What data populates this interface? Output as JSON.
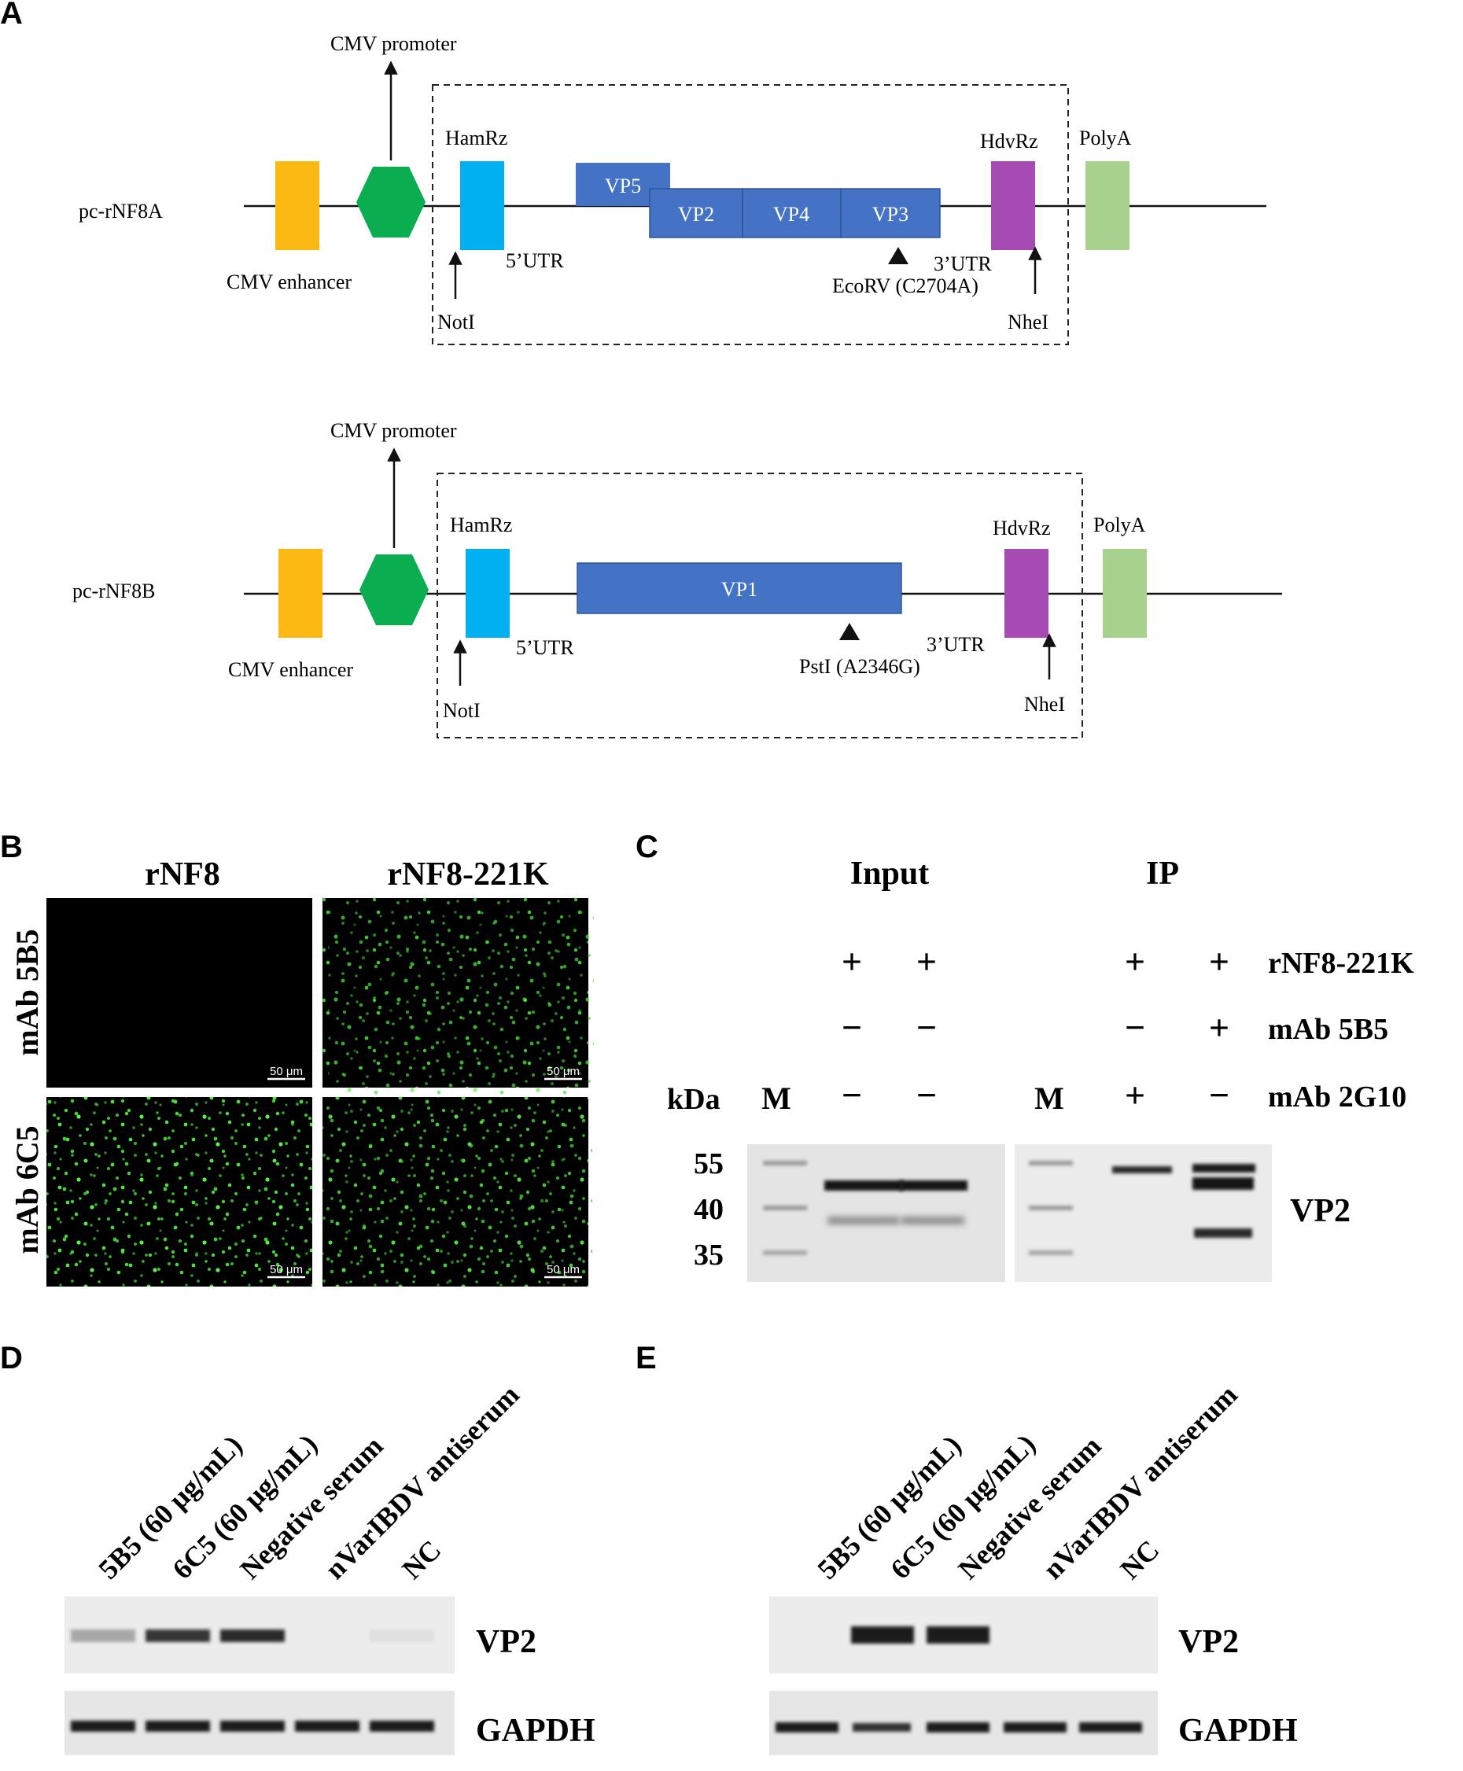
{
  "panels": {
    "a": "A",
    "b": "B",
    "c": "C",
    "d": "D",
    "e": "E"
  },
  "colors": {
    "cmv_enhancer": "#fdb913",
    "cmv_promoter": "#0aad4f",
    "hamrz": "#00b0f0",
    "vp_gene": "#4472c4",
    "hdvrz": "#a64bb4",
    "polya": "#a9d18e"
  },
  "construct_a": {
    "name": "pc-rNF8A",
    "cmv_promoter": "CMV promoter",
    "cmv_enhancer": "CMV enhancer",
    "hamrz": "HamRz",
    "hdvrz": "HdvRz",
    "polya": "PolyA",
    "utr5": "5’UTR",
    "utr3": "3’UTR",
    "noti": "NotI",
    "nhei": "NheI",
    "genes": [
      "VP5",
      "VP2",
      "VP4",
      "VP3"
    ],
    "site": "EcoRV (C2704A)"
  },
  "construct_b": {
    "name": "pc-rNF8B",
    "cmv_promoter": "CMV promoter",
    "cmv_enhancer": "CMV enhancer",
    "hamrz": "HamRz",
    "hdvrz": "HdvRz",
    "polya": "PolyA",
    "utr5": "5’UTR",
    "utr3": "3’UTR",
    "noti": "NotI",
    "nhei": "NheI",
    "genes": [
      "VP1"
    ],
    "site": "PstI (A2346G)"
  },
  "panel_b": {
    "columns": [
      "rNF8",
      "rNF8-221K"
    ],
    "rows": [
      "mAb 5B5",
      "mAb 6C5"
    ],
    "scale": "50 μm",
    "fluorescence": [
      [
        0,
        0.65
      ],
      [
        1,
        0.6
      ]
    ]
  },
  "panel_c": {
    "headers": [
      "Input",
      "IP"
    ],
    "kda": "kDa",
    "marker": "M",
    "row_labels": [
      "rNF8-221K",
      "mAb 5B5",
      "mAb 2G10"
    ],
    "signs_input": [
      [
        "+",
        "+"
      ],
      [
        "−",
        "−"
      ],
      [
        "−",
        "−"
      ]
    ],
    "signs_ip": [
      [
        "+",
        "+"
      ],
      [
        "−",
        "+"
      ],
      [
        "+",
        "−"
      ]
    ],
    "mw": [
      "55",
      "40",
      "35"
    ],
    "band": "VP2"
  },
  "panel_d": {
    "lanes": [
      "5B5 (60 μg/mL)",
      "6C5 (60 μg/mL)",
      "Negative serum",
      "nVarIBDV antiserum",
      "NC"
    ],
    "bands": [
      "VP2",
      "GAPDH"
    ],
    "vp2_intensity": [
      0.3,
      0.85,
      0.9,
      0,
      0.03
    ]
  },
  "panel_e": {
    "lanes": [
      "5B5 (60 μg/mL)",
      "6C5 (60 μg/mL)",
      "Negative serum",
      "nVarIBDV antiserum",
      "NC"
    ],
    "bands": [
      "VP2",
      "GAPDH"
    ],
    "vp2_intensity": [
      0,
      0.95,
      0.95,
      0,
      0
    ]
  }
}
